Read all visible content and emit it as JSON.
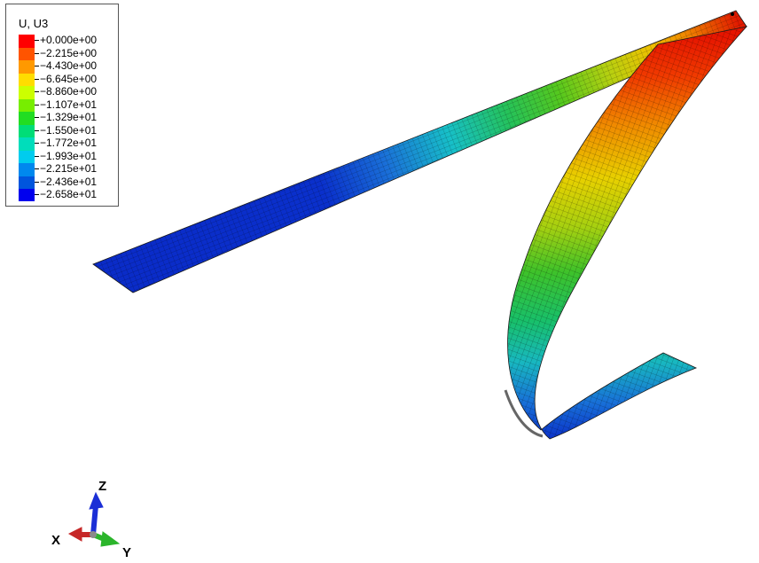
{
  "legend": {
    "title": "U, U3",
    "entries": [
      {
        "label": "+0.000e+00",
        "color": "#ff0000"
      },
      {
        "label": "−2.215e+00",
        "color": "#ff5400"
      },
      {
        "label": "−4.430e+00",
        "color": "#ff9900"
      },
      {
        "label": "−6.645e+00",
        "color": "#ffdd00"
      },
      {
        "label": "−8.860e+00",
        "color": "#ccff00"
      },
      {
        "label": "−1.107e+01",
        "color": "#77ee00"
      },
      {
        "label": "−1.329e+01",
        "color": "#22dd22"
      },
      {
        "label": "−1.550e+01",
        "color": "#00dd77"
      },
      {
        "label": "−1.772e+01",
        "color": "#00ddbb"
      },
      {
        "label": "−1.993e+01",
        "color": "#00ccee"
      },
      {
        "label": "−2.215e+01",
        "color": "#0088ee"
      },
      {
        "label": "−2.436e+01",
        "color": "#0055dd"
      },
      {
        "label": "−2.658e+01",
        "color": "#0000ee"
      }
    ]
  },
  "triad": {
    "z_label": "Z",
    "x_label": "X",
    "y_label": "Y",
    "z_color": "#1b2fd6",
    "x_color": "#c62828",
    "y_color": "#2bb52b"
  }
}
